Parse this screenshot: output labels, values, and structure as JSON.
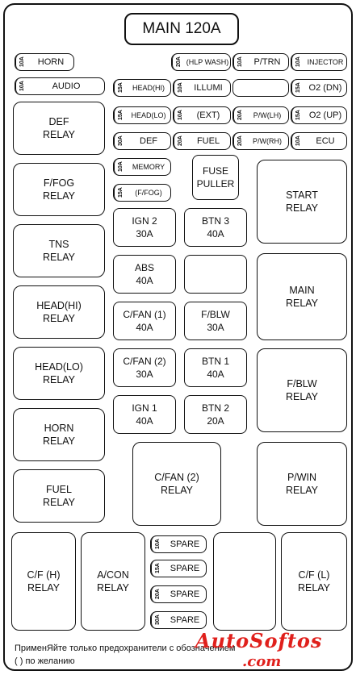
{
  "title": "MAIN 120A",
  "minis": {
    "horn": {
      "num": "10A",
      "label": "HORN"
    },
    "audio": {
      "num": "10A",
      "label": "AUDIO"
    },
    "hlp_wash": {
      "num": "20A",
      "label": "(HLP WASH)"
    },
    "ptrn": {
      "num": "10A",
      "label": "P/TRN"
    },
    "injector": {
      "num": "10A",
      "label": "INJECTOR"
    },
    "head_hi": {
      "num": "15A",
      "label": "HEAD(HI)"
    },
    "illumi": {
      "num": "10A",
      "label": "ILLUMI"
    },
    "o2dn": {
      "num": "15A",
      "label": "O2 (DN)"
    },
    "head_lo": {
      "num": "15A",
      "label": "HEAD(LO)"
    },
    "ext": {
      "num": "10A",
      "label": "(EXT)"
    },
    "pw_lh": {
      "num": "20A",
      "label": "P/W(LH)"
    },
    "o2up": {
      "num": "15A",
      "label": "O2 (UP)"
    },
    "def": {
      "num": "30A",
      "label": "DEF"
    },
    "fuel": {
      "num": "20A",
      "label": "FUEL"
    },
    "pw_rh": {
      "num": "20A",
      "label": "P/W(RH)"
    },
    "ecu": {
      "num": "10A",
      "label": "ECU"
    },
    "memory": {
      "num": "10A",
      "label": "MEMORY"
    },
    "ffog": {
      "num": "15A",
      "label": "(F/FOG)"
    },
    "spare10": {
      "num": "10A",
      "label": "SPARE"
    },
    "spare15": {
      "num": "15A",
      "label": "SPARE"
    },
    "spare20": {
      "num": "20A",
      "label": "SPARE"
    },
    "spare30": {
      "num": "30A",
      "label": "SPARE"
    }
  },
  "relays": {
    "def": "DEF\nRELAY",
    "ffog": "F/FOG\nRELAY",
    "tns": "TNS\nRELAY",
    "head_hi": "HEAD(HI)\nRELAY",
    "head_lo": "HEAD(LO)\nRELAY",
    "horn": "HORN\nRELAY",
    "fuel": "FUEL\nRELAY",
    "start": "START\nRELAY",
    "main": "MAIN\nRELAY",
    "fblw": "F/BLW\nRELAY",
    "pwin": "P/WIN\nRELAY",
    "cfan2": "C/FAN (2)\nRELAY",
    "cf_h": "C/F (H)\nRELAY",
    "acon": "A/CON\nRELAY",
    "cf_l": "C/F (L)\nRELAY"
  },
  "fuses": {
    "ign2": "IGN 2\n30A",
    "btn3": "BTN 3\n40A",
    "abs": "ABS\n40A",
    "cfan1": "C/FAN (1)\n40A",
    "fblw": "F/BLW\n30A",
    "cfan2": "C/FAN (2)\n30A",
    "btn1": "BTN 1\n40A",
    "ign1": "IGN 1\n40A",
    "btn2": "BTN 2\n20A",
    "puller": "FUSE\nPULLER"
  },
  "note": {
    "line1": "ПрименЯйте только предохранители с обозначением",
    "line2": "( ) по желанию"
  },
  "watermark": {
    "line1": "AutoSoftos",
    "line2": ".com",
    "color": "#e0201c"
  }
}
